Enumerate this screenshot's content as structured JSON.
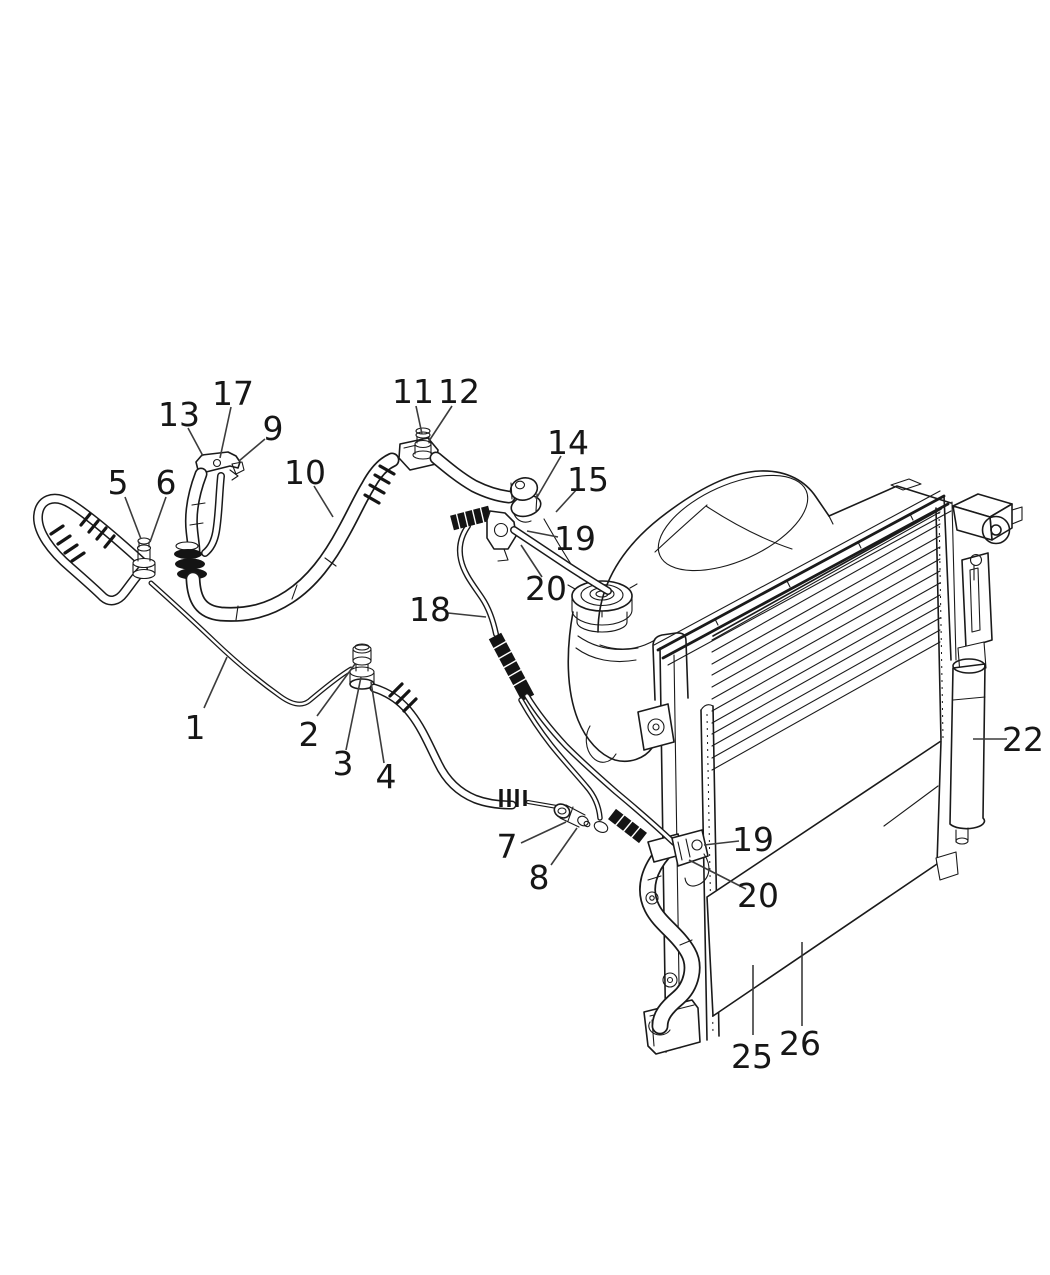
{
  "figure": {
    "type": "parts-diagram",
    "description": "Line-art illustration of a radiator, condenser and air-conditioning plumbing with numbered callouts",
    "background_color": "#ffffff",
    "line_color": "#1a1a1a",
    "leader_color": "#3c3c3c"
  },
  "callouts": [
    {
      "label": "1"
    },
    {
      "label": "2"
    },
    {
      "label": "3"
    },
    {
      "label": "4"
    },
    {
      "label": "5"
    },
    {
      "label": "6"
    },
    {
      "label": "7"
    },
    {
      "label": "8"
    },
    {
      "label": "9"
    },
    {
      "label": "10"
    },
    {
      "label": "11"
    },
    {
      "label": "12"
    },
    {
      "label": "13"
    },
    {
      "label": "14"
    },
    {
      "label": "15"
    },
    {
      "label": "17"
    },
    {
      "label": "18"
    },
    {
      "label": "19"
    },
    {
      "label": "19"
    },
    {
      "label": "20"
    },
    {
      "label": "20"
    },
    {
      "label": "22"
    },
    {
      "label": "25"
    },
    {
      "label": "26"
    }
  ]
}
